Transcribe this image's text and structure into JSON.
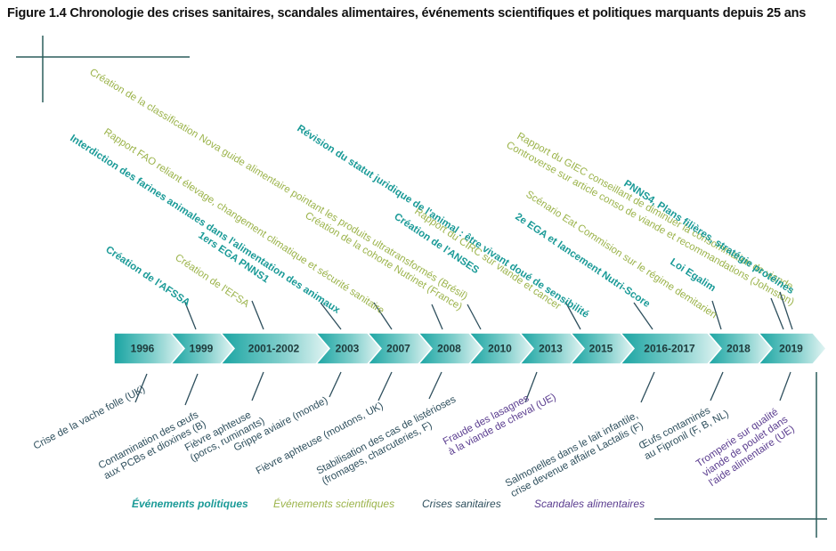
{
  "title": "Figure 1.4 Chronologie des crises sanitaires, scandales alimentaires, événements scientifiques et politiques marquants depuis 25 ans",
  "colors": {
    "politique": "#1a9a97",
    "scientifique": "#9bb34a",
    "sanitaire": "#2e4f5d",
    "scandale": "#5a3c8f",
    "frame": "#2b5d5b"
  },
  "timeline": {
    "years": [
      "1996",
      "1999",
      "2001-2002",
      "2003",
      "2007",
      "2008",
      "2010",
      "2013",
      "2015",
      "2016-2017",
      "2018",
      "2019"
    ]
  },
  "above_events": [
    {
      "line1": "Création de l'AFSSA",
      "type": "politique"
    },
    {
      "line1": "1ers EGA PNNS1",
      "line2": "Création de l'EFSA",
      "type": "politique"
    },
    {
      "line1": "Interdiction des farines animales dans l'alimentation des animaux",
      "type": "politique"
    },
    {
      "line1": "Rapport FAO reliant élevage, changement climatique et sécurité sanitaire",
      "type": "scientifique"
    },
    {
      "line1": "Création de la classification Nova guide alimentaire pointant les produits ultratransformés (Brésil)",
      "line2": "Création de la cohorte Nutrinet (France)",
      "type": "scientifique"
    },
    {
      "line1": "Création de l'ANSES",
      "line2": "Rapport du CIRC sur viande et cancer",
      "type": "politique"
    },
    {
      "line1": "Révision du statut juridique de l'animal : être vivant doué de sensibilité",
      "type": "politique"
    },
    {
      "line1": "2e EGA et lancement Nutri-Score",
      "type": "politique"
    },
    {
      "line1": "Rapport du GIEC conseillant de diminuer la consommation de viande.",
      "line2": "Controverse sur article conso de viande et recommandations (Johnston)",
      "type": "scientifique"
    },
    {
      "line1": "Scénario Eat Commision sur le régime demitarien",
      "line2": "Loi Egalim",
      "type": "scientifique"
    },
    {
      "line1": "PNNS4, Plans filières, stratégie protéines",
      "type": "politique"
    }
  ],
  "below_events": [
    {
      "lines": [
        "Crise de la vache folle (UK)"
      ],
      "type": "sanitaire"
    },
    {
      "lines": [
        "Contamination des œufs",
        "aux PCBs et dioxines (B)"
      ],
      "type": "sanitaire"
    },
    {
      "lines": [
        "Fièvre aphteuse",
        "(porcs, ruminants)"
      ],
      "type": "sanitaire"
    },
    {
      "lines": [
        "Grippe aviaire (monde)"
      ],
      "type": "sanitaire"
    },
    {
      "lines": [
        "Fièvre aphteuse (moutons, UK)"
      ],
      "type": "sanitaire"
    },
    {
      "lines": [
        "Stabilisation des cas de listérioses",
        "(fromages, charcuteries, F)"
      ],
      "type": "sanitaire"
    },
    {
      "lines": [
        "Fraude des lasagnes",
        "à la viande de cheval (UE)"
      ],
      "type": "scandale"
    },
    {
      "lines": [
        "Salmonelles dans le lait infantile,",
        "crise devenue affaire Lactalis (F)"
      ],
      "type": "sanitaire"
    },
    {
      "lines": [
        "Œufs contaminés",
        "au Fipronil (F, B, NL)"
      ],
      "type": "sanitaire"
    },
    {
      "lines": [
        "Tromperie sur qualité",
        "viande de poulet dans",
        "l'aide alimentaire (UE)"
      ],
      "type": "scandale"
    }
  ],
  "legend": [
    {
      "label": "Événements politiques",
      "type": "politique"
    },
    {
      "label": "Événements scientifiques",
      "type": "scientifique"
    },
    {
      "label": "Crises sanitaires",
      "type": "sanitaire"
    },
    {
      "label": "Scandales alimentaires",
      "type": "scandale"
    }
  ]
}
